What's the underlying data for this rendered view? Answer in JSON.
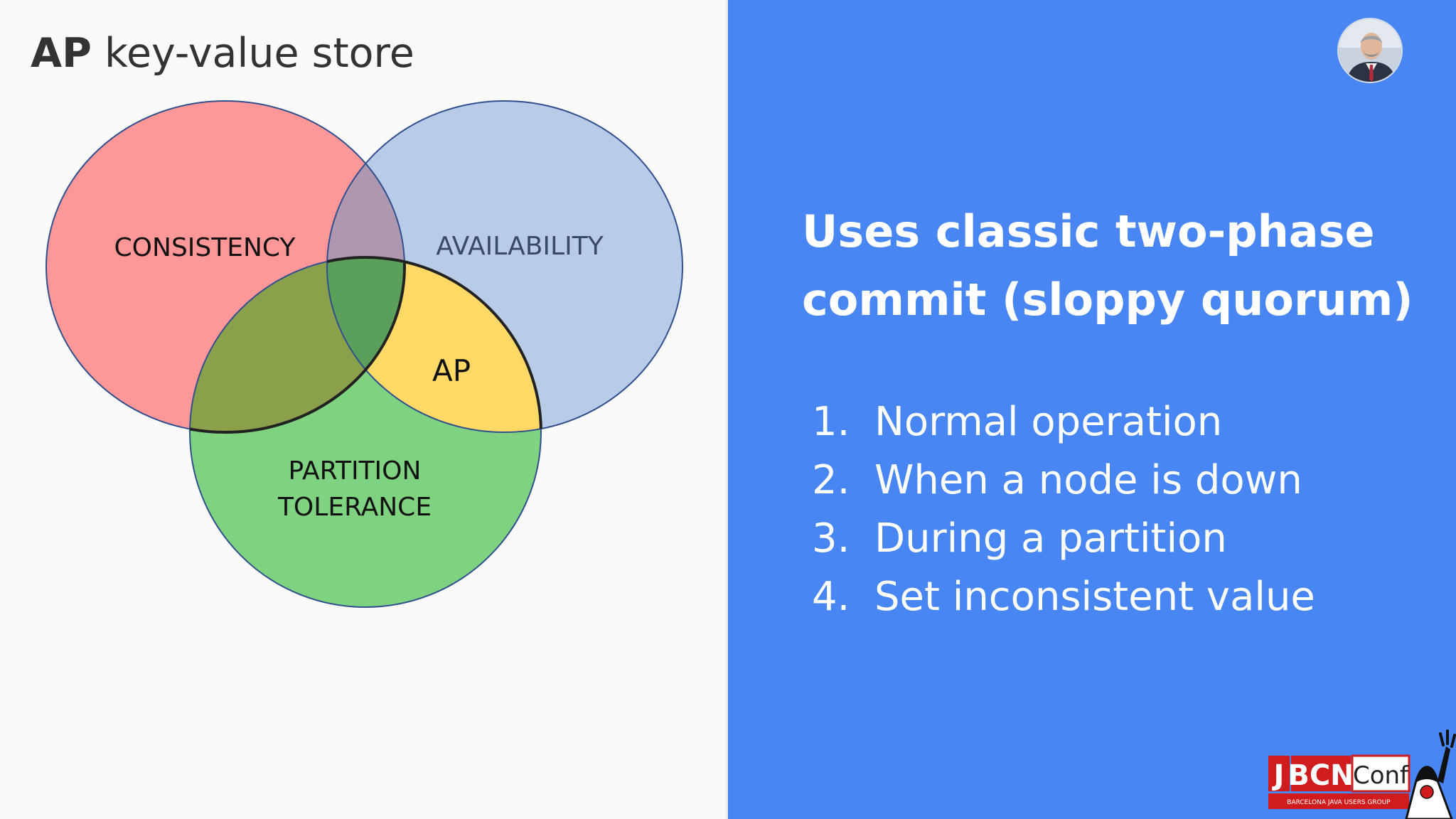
{
  "slide": {
    "title_bold": "AP",
    "title_rest": " key-value store"
  },
  "venn": {
    "sets": [
      {
        "label": "CONSISTENCY",
        "color": "#fe9797"
      },
      {
        "label": "AVAILABILITY",
        "color": "#b8cce7"
      },
      {
        "label_lines": [
          "PARTITION",
          "TOLERANCE"
        ],
        "color": "#7fd27f"
      }
    ],
    "highlight": {
      "label": "AP",
      "color": "#ffd966"
    },
    "overlap_colors": {
      "consistency_availability": "#b097b0",
      "consistency_partition": "#8aa04a",
      "all_three": "#5aa05a"
    }
  },
  "panel": {
    "headline_lines": [
      "Uses classic two-phase",
      "commit (sloppy quorum)"
    ],
    "steps": [
      {
        "num": "1.",
        "text": "Normal operation"
      },
      {
        "num": "2.",
        "text": "When a node is down"
      },
      {
        "num": "3.",
        "text": "During a partition"
      },
      {
        "num": "4.",
        "text": "Set inconsistent value"
      }
    ]
  },
  "logo": {
    "text_j": "J",
    "text_bcn": "BCN",
    "text_conf": "Conf",
    "tagline": "BARCELONA JAVA USERS GROUP",
    "colors": {
      "red": "#d01c1c",
      "white": "#ffffff"
    }
  },
  "colors": {
    "panel_blue": "#4786f3",
    "slide_bg": "#fafafa"
  }
}
